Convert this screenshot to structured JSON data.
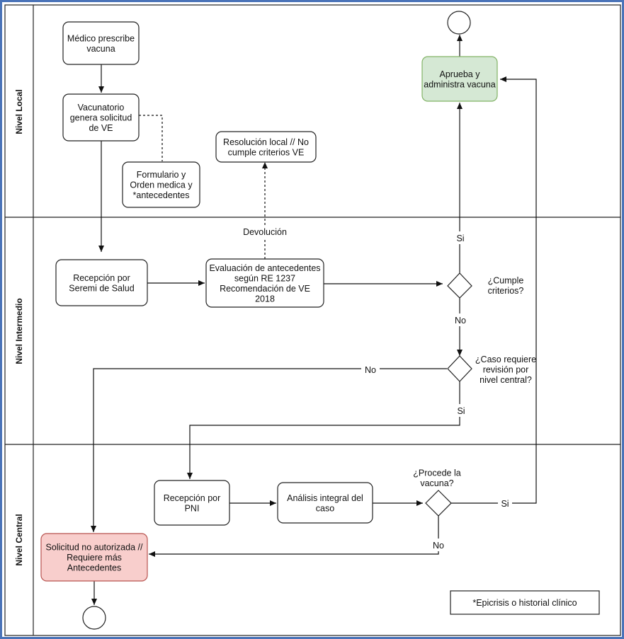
{
  "lanes": {
    "local": "Nivel Local",
    "intermedio": "Nivel Intermedio",
    "central": "Nivel Central"
  },
  "nodes": {
    "medico": [
      "Médico prescribe",
      "vacuna"
    ],
    "vacunatorio": [
      "Vacunatorio",
      "genera solicitud",
      "de VE"
    ],
    "formulario": [
      "Formulario y",
      "Orden medica y",
      "*antecedentes"
    ],
    "resolucion_local": [
      "Resolución local // No",
      "cumple criterios VE"
    ],
    "aprueba": [
      "Aprueba y",
      "administra vacuna"
    ],
    "recepcion_seremi": [
      "Recepción por",
      "Seremi de Salud"
    ],
    "evaluacion": [
      "Evaluación de antecedentes",
      "según RE 1237",
      "Recomendación de VE",
      "2018"
    ],
    "cumple": [
      "¿Cumple",
      "criterios?"
    ],
    "caso_requiere": [
      "¿Caso requiere",
      "revisión por",
      "nivel central?"
    ],
    "recepcion_pni": [
      "Recepción por",
      "PNI"
    ],
    "analisis": [
      "Análisis integral del",
      "caso"
    ],
    "procede": [
      "¿Procede la",
      "vacuna?"
    ],
    "no_autorizada": [
      "Solicitud no autorizada //",
      "Requiere más",
      "Antecedentes"
    ],
    "nota": [
      "*Epicrisis o historial clínico"
    ]
  },
  "edge_labels": {
    "devolucion": "Devolución",
    "si_cumple": "Si",
    "no_cumple": "No",
    "no_caso": "No",
    "si_caso": "Si",
    "si_procede": "Si",
    "no_procede": "No"
  },
  "colors": {
    "approve_fill": "#d5e8d4",
    "approve_stroke": "#82b366",
    "reject_fill": "#f8cecc",
    "reject_stroke": "#b85450",
    "frame": "#4a73b8"
  }
}
